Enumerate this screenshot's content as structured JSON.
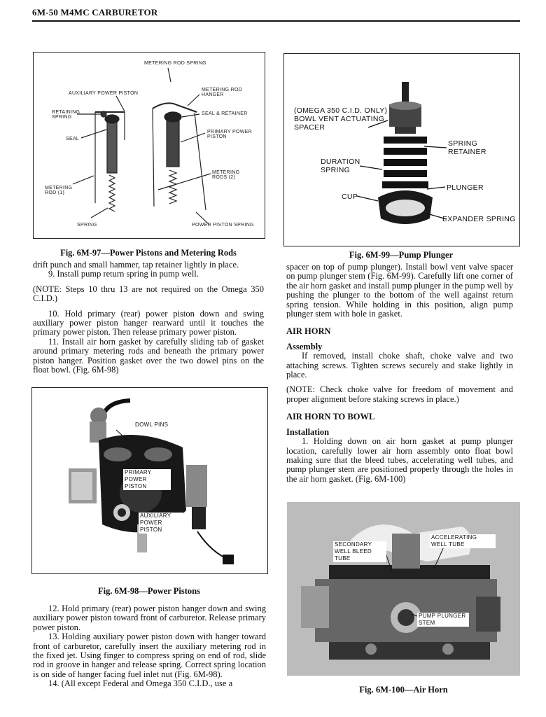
{
  "header": {
    "title": "6M-50  M4MC CARBURETOR"
  },
  "fig97": {
    "caption": "Fig. 6M-97—Power Pistons and Metering Rods",
    "labels": {
      "metering_rod_spring": "METERING ROD SPRING",
      "aux_power_piston": "AUXILIARY POWER PISTON",
      "retaining_spring": "RETAINING SPRING",
      "seal": "SEAL",
      "metering_rod_1": "METERING ROD (1)",
      "spring": "SPRING",
      "metering_rod_hanger": "METERING ROD HANGER",
      "seal_retainer": "SEAL & RETAINER",
      "primary_power_piston": "PRIMARY POWER PISTON",
      "metering_rods_2": "METERING RODS (2)",
      "power_piston_spring": "POWER PISTON SPRING"
    }
  },
  "fig98": {
    "caption": "Fig. 6M-98—Power Pistons",
    "labels": {
      "dowl_pins": "DOWL PINS",
      "primary_power_piston": "PRIMARY POWER PISTON",
      "auxiliary_power_piston": "AUXILIARY POWER PISTON"
    }
  },
  "fig99": {
    "caption": "Fig. 6M-99—Pump Plunger",
    "labels": {
      "bowl_vent": "(OMEGA 350 C.I.D. ONLY) BOWL VENT ACTUATING SPACER",
      "duration_spring": "DURATION SPRING",
      "cup": "CUP",
      "spring_retainer": "SPRING RETAINER",
      "plunger": "PLUNGER",
      "expander_spring": "EXPANDER SPRING"
    }
  },
  "fig100": {
    "caption": "Fig. 6M-100—Air Horn",
    "labels": {
      "secondary_well": "SECONDARY WELL BLEED TUBE",
      "accelerating_well": "ACCELERATING WELL TUBE",
      "pump_plunger_stem": "PUMP PLUNGER STEM"
    }
  },
  "left_column": {
    "p1": "drift punch and small hammer, tap retainer lightly in place.",
    "p2": "9. Install pump return spring in pump well.",
    "p3": "(NOTE: Steps 10 thru 13 are not required on the Omega 350 C.I.D.)",
    "p4": "10. Hold primary (rear) power piston down and swing auxiliary power piston hanger rearward until it touches the primary power piston. Then release primary power piston.",
    "p5": "11. Install air horn gasket by carefully sliding tab of gasket around primary metering rods and beneath the primary power piston hanger. Position gasket over the two dowel pins on the float bowl. (Fig. 6M-98)",
    "p6": "12. Hold primary (rear) power piston hanger down and swing auxiliary power piston toward front of carburetor. Release primary power piston.",
    "p7": "13. Holding auxiliary power piston down with hanger toward front of carburetor, carefully insert the auxiliary metering rod in the fixed jet. Using finger to compress spring on end of rod, slide rod in groove in hanger and release spring. Correct spring location is on side of hanger facing fuel inlet nut (Fig. 6M-98).",
    "p8": "14. (All except Federal and Omega 350 C.I.D., use a"
  },
  "right_column": {
    "p1": "spacer on top of pump plunger). Install bowl vent valve spacer on pump plunger stem (Fig. 6M-99). Carefully lift one corner of the air horn gasket and install pump plunger in the pump well by pushing the plunger to the bottom of the well against return spring tension. While holding in this position, align pump plunger stem with hole in gasket.",
    "h1": "AIR HORN",
    "sh1": "Assembly",
    "p2": "If removed, install choke shaft, choke valve and two attaching screws. Tighten screws securely and stake lightly in place.",
    "p3": "(NOTE: Check choke valve for freedom of movement and proper alignment before staking screws in place.)",
    "h2": "AIR HORN TO BOWL",
    "sh2": "Installation",
    "p4": "1. Holding down on air horn gasket at pump plunger location, carefully lower air horn assembly onto float bowl making sure that the bleed tubes, accelerating well tubes, and pump plunger stem are positioned properly through the holes in the air horn gasket. (Fig. 6M-100)"
  }
}
